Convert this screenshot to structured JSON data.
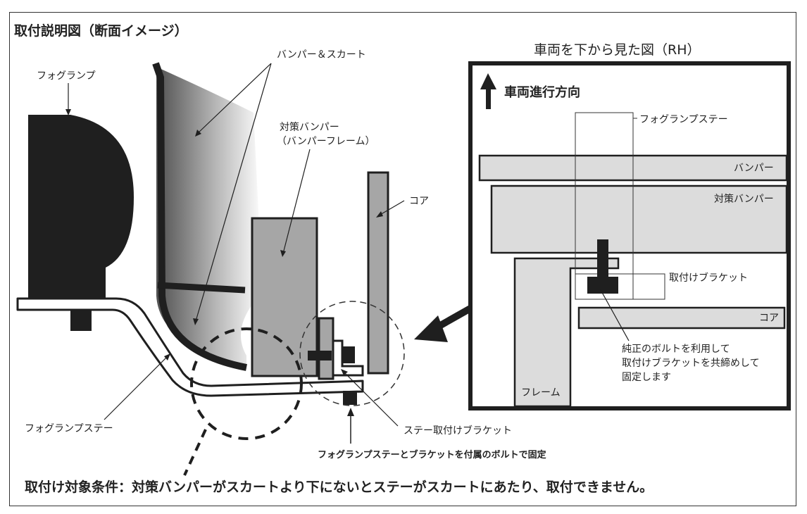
{
  "title": "取付説明図（断面イメージ）",
  "left": {
    "fog_lamp": "フォグランプ",
    "bumper_skirt": "バンパー＆スカート",
    "counter_bumper_line1": "対策バンパー",
    "counter_bumper_line2": "（バンパーフレーム）",
    "core": "コア",
    "fog_stay": "フォグランプステー",
    "stay_bracket": "ステー取付けブラケット",
    "fix_note": "フォグランプステーとブラケットを付属のボルトで固定"
  },
  "right": {
    "title": "車両を下から見た図（RH）",
    "direction": "車両進行方向",
    "fog_stay": "フォグランプステー",
    "bumper": "バンパー",
    "counter_bumper": "対策バンパー",
    "bracket": "取付けブラケット",
    "core": "コア",
    "frame": "フレーム",
    "note_line1": "純正のボルトを利用して",
    "note_line2": "取付けブラケットを共締めして",
    "note_line3": "固定します"
  },
  "condition": "取付け対象条件：対策バンパーがスカートより下にないとステーがスカートにあたり、取付できません。",
  "colors": {
    "dark": "#1f1f1f",
    "gray": "#a6a6a6",
    "light_gray": "#dcdcdc"
  }
}
